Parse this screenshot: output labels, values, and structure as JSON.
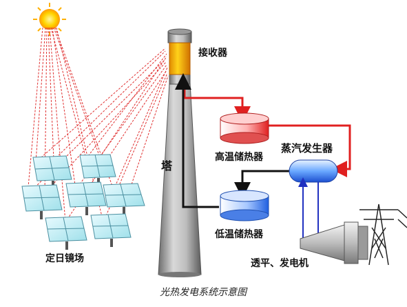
{
  "labels": {
    "receiver": "接收器",
    "tower": "塔",
    "hot_storage": "高温储热器",
    "cold_storage": "低温储热器",
    "steam_generator": "蒸汽发生器",
    "turbine_generator": "透平、发电机",
    "heliostat_field": "定日镜场"
  },
  "caption": "光热发电系统示意图",
  "colors": {
    "hot_loop": "#e02020",
    "cold_loop": "#111111",
    "sun_rays": "#e03030",
    "steam_loop": "#2030c0"
  }
}
